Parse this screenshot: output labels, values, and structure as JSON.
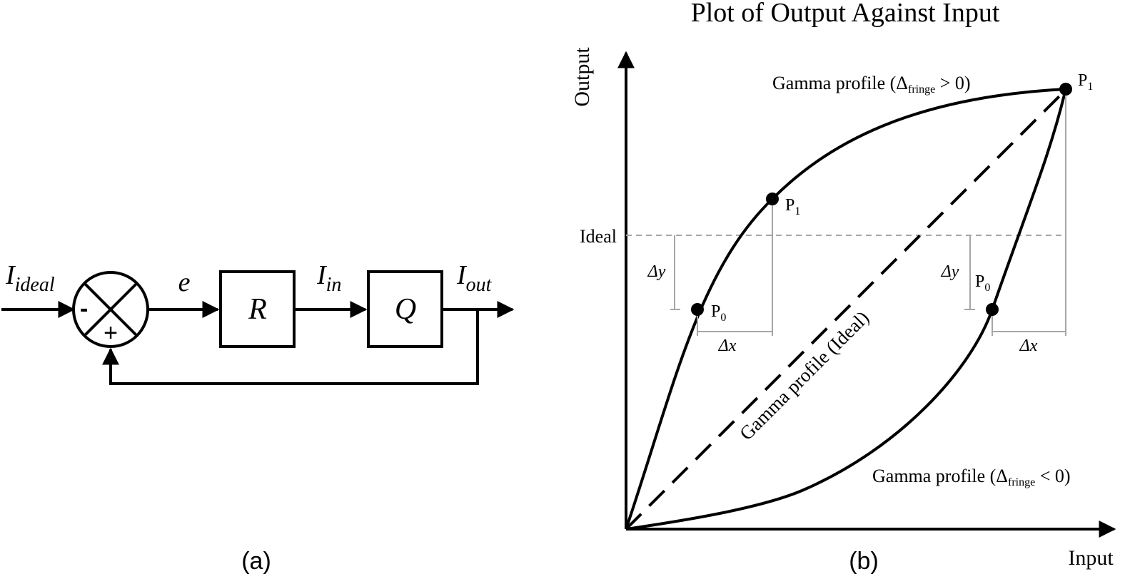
{
  "panel_a": {
    "caption": "(a)",
    "input_label": {
      "main": "I",
      "sub": "ideal"
    },
    "summer": {
      "minus": "-",
      "plus": "+"
    },
    "error_label": "e",
    "block_r": "R",
    "mid_label": {
      "main": "I",
      "sub": "in"
    },
    "block_q": "Q",
    "output_label": {
      "main": "I",
      "sub": "out"
    }
  },
  "panel_b": {
    "caption": "(b)",
    "title": "Plot of Output Against Input",
    "y_axis_label": "Output",
    "x_axis_label": "Input",
    "ideal_label": "Ideal",
    "upper_curve_label": {
      "prefix": "Gamma profile (Δ",
      "sub": "fringe",
      "suffix": " > 0)"
    },
    "lower_curve_label": {
      "prefix": "Gamma profile (Δ",
      "sub": "fringe",
      "suffix": " < 0)"
    },
    "ideal_line_label": "Gamma profile (Ideal)",
    "points": {
      "upper_p0": {
        "main": "P",
        "sub": "0"
      },
      "upper_p1": {
        "main": "P",
        "sub": "1"
      },
      "top_p1": {
        "main": "P",
        "sub": "1"
      },
      "lower_p0": {
        "main": "P",
        "sub": "0"
      }
    },
    "delta_y": "Δy",
    "delta_x": "Δx"
  },
  "colors": {
    "stroke": "#000000",
    "guide": "#a6a6a6"
  }
}
